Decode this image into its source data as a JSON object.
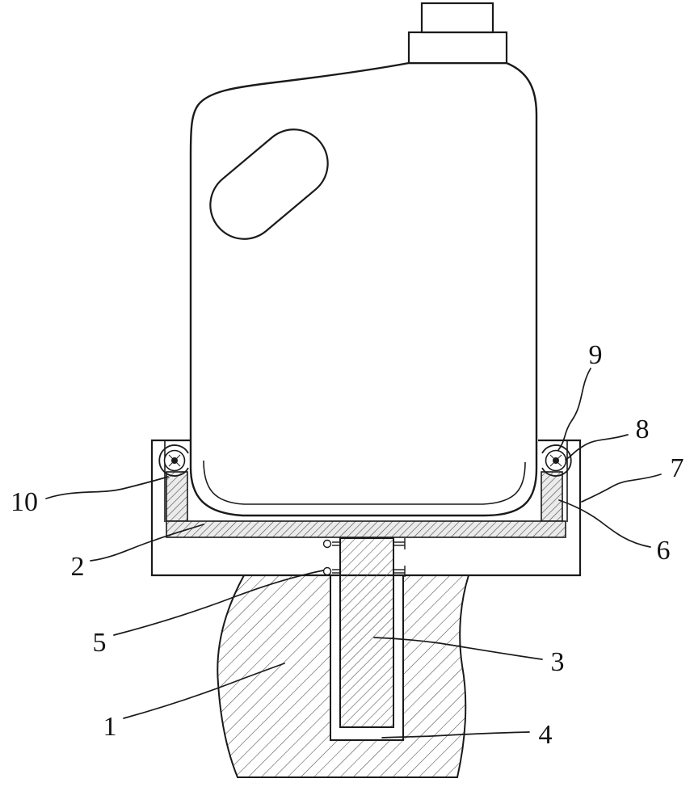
{
  "figure": {
    "type": "patent-line-drawing",
    "description_visible_text_only": true,
    "labels": [
      {
        "text": "1"
      },
      {
        "text": "2"
      },
      {
        "text": "3"
      },
      {
        "text": "4"
      },
      {
        "text": "5"
      },
      {
        "text": "6"
      },
      {
        "text": "7"
      },
      {
        "text": "8"
      },
      {
        "text": "9"
      },
      {
        "text": "10"
      }
    ],
    "colors": {
      "line": "#1a1a1a",
      "hatch": "#4a4a4a",
      "shade": "#ebebeb",
      "background": "#ffffff"
    }
  }
}
